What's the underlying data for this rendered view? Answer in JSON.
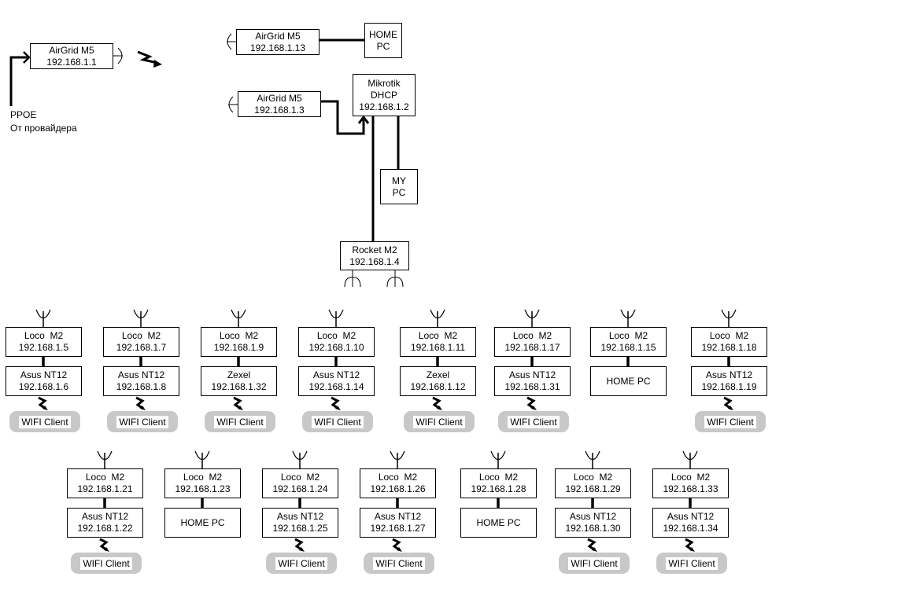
{
  "upstream": {
    "source_label": "PPOE",
    "source_sublabel": "От провайдера",
    "airgrid_1": {
      "lines": [
        "AirGrid M5",
        "192.168.1.1"
      ]
    }
  },
  "core": {
    "airgrid_13": {
      "lines": [
        "AirGrid M5",
        "192.168.1.13"
      ]
    },
    "home_pc": {
      "lines": [
        "HOME",
        "PC"
      ]
    },
    "airgrid_3": {
      "lines": [
        "AirGrid M5",
        "192.168.1.3"
      ]
    },
    "mikrotik": {
      "lines": [
        "Mikrotik",
        "DHCP",
        "192.168.1.2"
      ]
    },
    "my_pc": {
      "lines": [
        "MY",
        "PC"
      ]
    },
    "rocket": {
      "lines": [
        "Rocket M2",
        "192.168.1.4"
      ]
    }
  },
  "wifi_client_label": "WIFI Client",
  "rows": [
    [
      {
        "ap": [
          "Loco  M2",
          "192.168.1.5"
        ],
        "dev": [
          "Asus NT12",
          "192.168.1.6"
        ],
        "wifi": true
      },
      {
        "ap": [
          "Loco  M2",
          "192.168.1.7"
        ],
        "dev": [
          "Asus NT12",
          "192.168.1.8"
        ],
        "wifi": true
      },
      {
        "ap": [
          "Loco  M2",
          "192.168.1.9"
        ],
        "dev": [
          "Zexel",
          "192.168.1.32"
        ],
        "wifi": true
      },
      {
        "ap": [
          "Loco  M2",
          "192.168.1.10"
        ],
        "dev": [
          "Asus NT12",
          "192.168.1.14"
        ],
        "wifi": true
      },
      {
        "ap": [
          "Loco  M2",
          "192.168.1.11"
        ],
        "dev": [
          "Zexel",
          "192.168.1.12"
        ],
        "wifi": true
      },
      {
        "ap": [
          "Loco  M2",
          "192.168.1.17"
        ],
        "dev": [
          "Asus NT12",
          "192.168.1.31"
        ],
        "wifi": true
      },
      {
        "ap": [
          "Loco  M2",
          "192.168.1.15"
        ],
        "dev": [
          "HOME PC"
        ],
        "wifi": false
      },
      {
        "ap": [
          "Loco  M2",
          "192.168.1.18"
        ],
        "dev": [
          "Asus NT12",
          "192.168.1.19"
        ],
        "wifi": true
      }
    ],
    [
      {
        "ap": [
          "Loco  M2",
          "192.168.1.21"
        ],
        "dev": [
          "Asus NT12",
          "192.168.1.22"
        ],
        "wifi": true
      },
      {
        "ap": [
          "Loco  M2",
          "192.168.1.23"
        ],
        "dev": [
          "HOME PC"
        ],
        "wifi": false
      },
      {
        "ap": [
          "Loco  M2",
          "192.168.1.24"
        ],
        "dev": [
          "Asus NT12",
          "192.168.1.25"
        ],
        "wifi": true
      },
      {
        "ap": [
          "Loco  M2",
          "192.168.1.26"
        ],
        "dev": [
          "Asus NT12",
          "192.168.1.27"
        ],
        "wifi": true
      },
      {
        "ap": [
          "Loco  M2",
          "192.168.1.28"
        ],
        "dev": [
          "HOME PC"
        ],
        "wifi": false
      },
      {
        "ap": [
          "Loco  M2",
          "192.168.1.29"
        ],
        "dev": [
          "Asus NT12",
          "192.168.1.30"
        ],
        "wifi": true
      },
      {
        "ap": [
          "Loco  M2",
          "192.168.1.33"
        ],
        "dev": [
          "Asus NT12",
          "192.168.1.34"
        ],
        "wifi": true
      }
    ]
  ]
}
